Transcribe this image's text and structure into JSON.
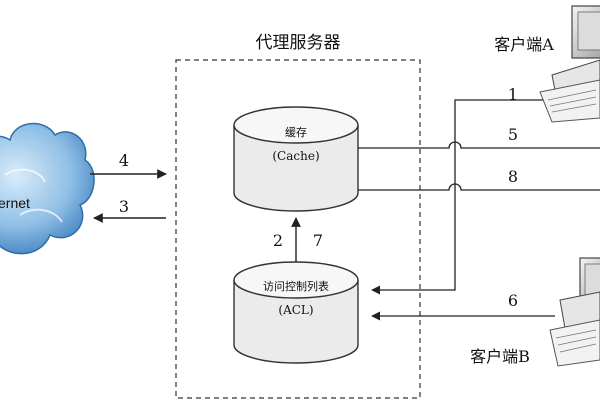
{
  "proxy": {
    "title": "代理服务器"
  },
  "cache_db": {
    "label_cn": "缓存",
    "label_en": "(Cache)"
  },
  "acl_db": {
    "label_cn": "访问控制列表",
    "label_en": "(ACL)"
  },
  "internet": {
    "label": "ernet"
  },
  "client_a": {
    "label": "客户端A"
  },
  "client_b": {
    "label": "客户端B"
  },
  "steps": {
    "s1": "1",
    "s2": "2",
    "s3": "3",
    "s4": "4",
    "s5": "5",
    "s6": "6",
    "s7": "7",
    "s8": "8"
  },
  "colors": {
    "cloud_fill": "#8fbfe6",
    "cloud_dark": "#3f7fbf",
    "db_fill": "#ebebeb",
    "line": "#222222"
  }
}
